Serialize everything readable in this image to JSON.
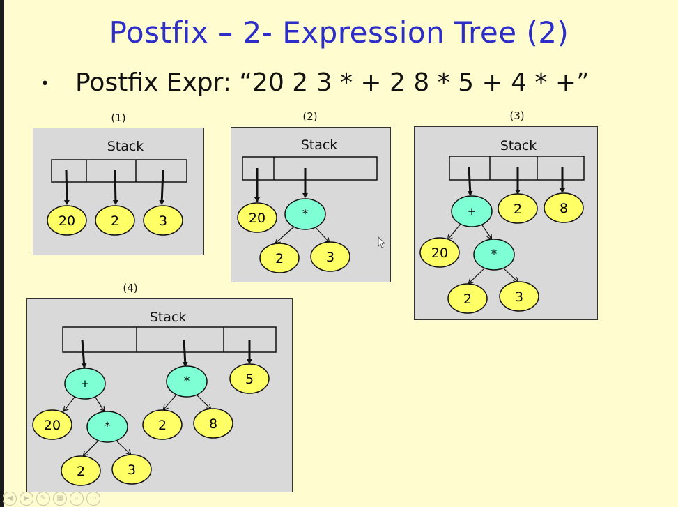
{
  "title": "Postfix – 2- Expression Tree (2)",
  "bullet": "Postfix Expr: “20 2 3 * + 2 8 * 5 + 4 * +”",
  "colors": {
    "title": "#2d2dc8",
    "operand": "#ffff66",
    "operator": "#7fffd4",
    "panel": "#d9d9d9"
  },
  "panels": [
    {
      "label": "(1)",
      "stack_label": "Stack",
      "nodes": [
        "20",
        "2",
        "3"
      ]
    },
    {
      "label": "(2)",
      "stack_label": "Stack",
      "nodes": [
        "20",
        "*",
        "2",
        "3"
      ]
    },
    {
      "label": "(3)",
      "stack_label": "Stack",
      "nodes": [
        "+",
        "2",
        "8",
        "20",
        "*",
        "2",
        "3"
      ]
    },
    {
      "label": "(4)",
      "stack_label": "Stack",
      "nodes": [
        "+",
        "*",
        "5",
        "20",
        "*",
        "2",
        "8",
        "2",
        "3"
      ]
    }
  ],
  "nav_icons": [
    "back-icon",
    "forward-icon",
    "pen-icon",
    "slides-icon",
    "zoom-icon",
    "more-icon"
  ]
}
